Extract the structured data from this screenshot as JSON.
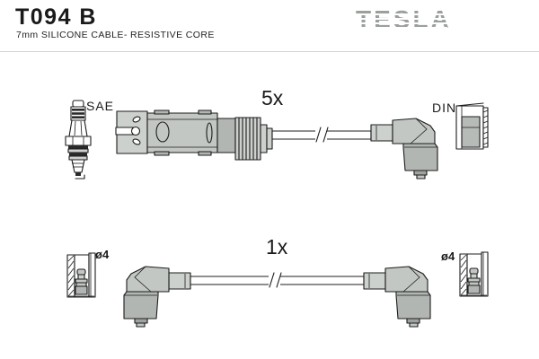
{
  "header": {
    "part_number": "T094 B",
    "subtitle": "7mm SILICONE CABLE- RESISTIVE CORE",
    "brand": "TESLA"
  },
  "kit": {
    "main_set": {
      "quantity_label": "5x",
      "plug_end_standard": "SAE",
      "distributor_end_standard": "DIN"
    },
    "single_cable": {
      "quantity_label": "1x",
      "terminal_diameter_left": "ø4",
      "terminal_diameter_right": "ø4"
    }
  },
  "illustration_names": {
    "spark_plug": "spark-plug",
    "coil_block_connector": "coil-block-connector",
    "angled_plug_boot": "90-degree-plug-boot",
    "din_terminal_cap": "din-terminal-cap",
    "diameter4_terminal_cap": "4mm-terminal-cap",
    "cable_break": "cable-break-mark"
  },
  "colors": {
    "background": "#ffffff",
    "text": "#1a1a1a",
    "brand_gray": "#9aa09a",
    "divider_gray": "#d2d2d2",
    "connector_light": "#cdd1cd",
    "connector_mid": "#c3c7c3",
    "connector_dark": "#b2b6b2",
    "outline": "#1c1c1c"
  }
}
